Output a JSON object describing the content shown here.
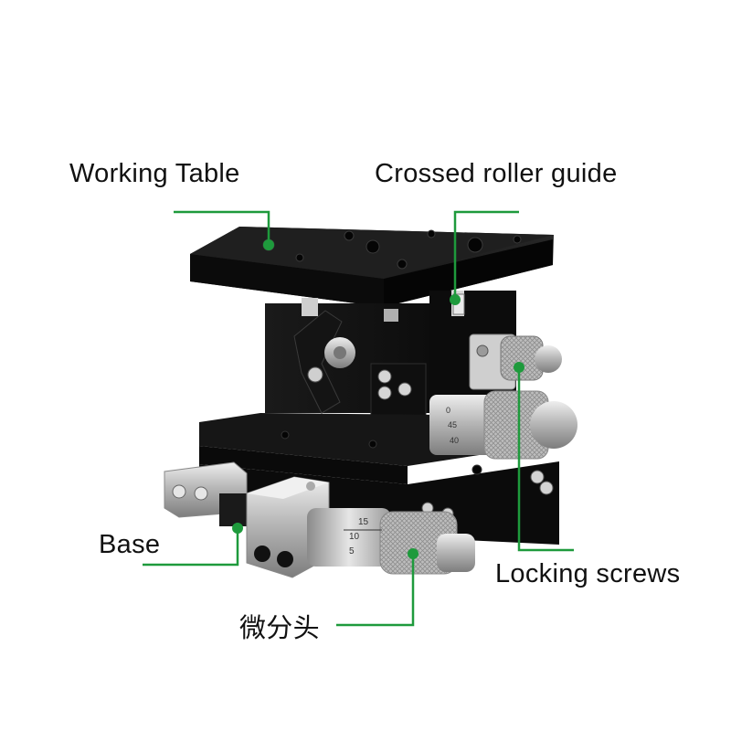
{
  "labels": {
    "working_table": "Working Table",
    "crossed_roller_guide": "Crossed roller guide",
    "base": "Base",
    "locking_screws": "Locking screws",
    "micrometer_head": "微分头"
  },
  "micrometer_scales": {
    "rear_thimble": [
      "0",
      "45",
      "40"
    ],
    "front_sleeve": [
      "15",
      "10",
      "5"
    ]
  },
  "colors": {
    "callout_line": "#1e9a3c",
    "callout_dot": "#1e9a3c",
    "anodized_body": "#141414",
    "steel": "#c9c9c9"
  }
}
